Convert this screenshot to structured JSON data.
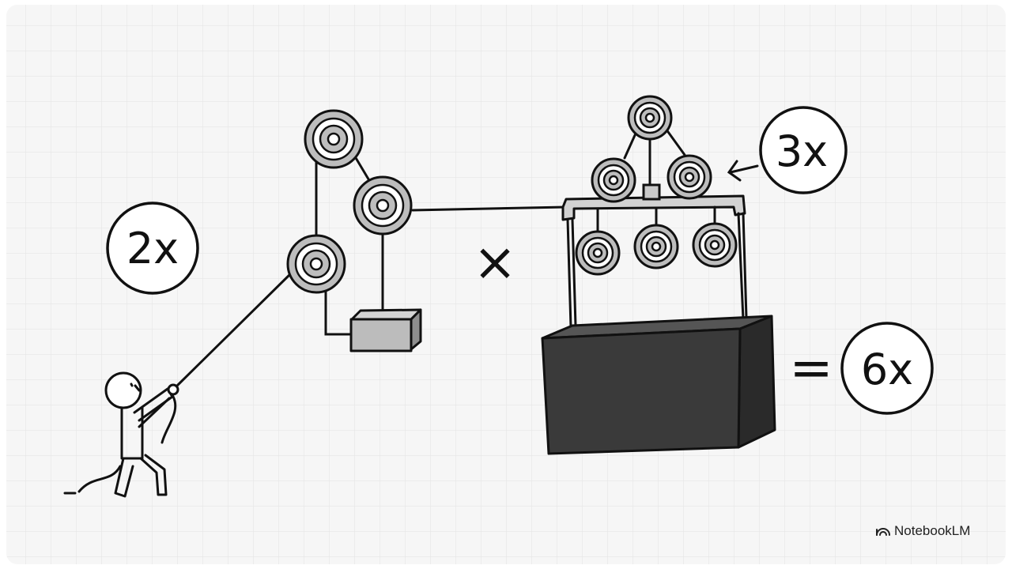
{
  "diagram": {
    "left_factor": "2x",
    "operator": "×",
    "right_factor": "3x",
    "equals": "=",
    "result": "6x"
  },
  "brand": {
    "name": "NotebookLM",
    "icon": "notebooklm-logo-icon"
  },
  "colors": {
    "ink": "#111111",
    "page": "#f6f6f6",
    "grid": "#e3e3e3",
    "pulley_fill": "#bdbdbd",
    "small_block": "#bcbcbc",
    "large_block": "#3a3a3a",
    "large_block_side": "#2a2a2a"
  }
}
